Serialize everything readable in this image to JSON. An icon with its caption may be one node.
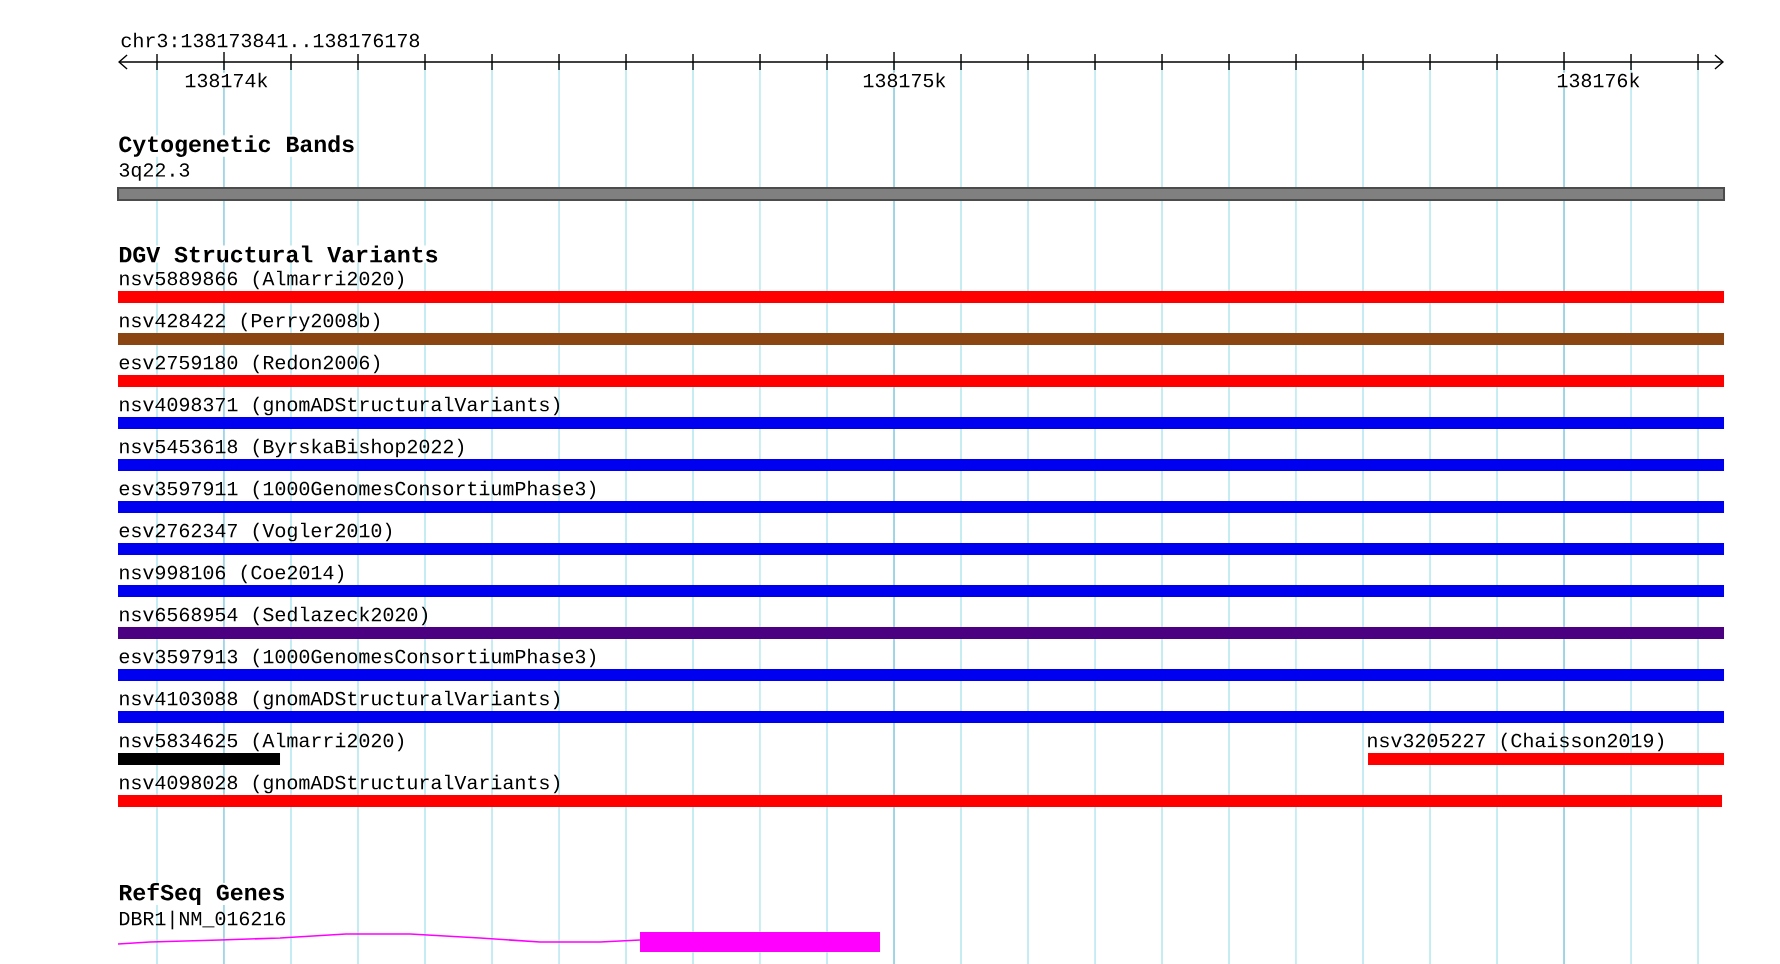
{
  "diagram": {
    "nodes": [
      {
        "text": [
          "3q22.3"
        ]
      },
      {
        "text": [
          "nsv5889866 (Almarri2020)"
        ]
      },
      {
        "text": [
          "nsv428422 (Perry2008b)"
        ]
      },
      {
        "text": [
          "esv2759180 (Redon2006)"
        ]
      },
      {
        "text": [
          "nsv4098371 (gnomADStructuralVariants)"
        ]
      },
      {
        "text": [
          "nsv5453618 (ByrskaBishop2022)"
        ]
      },
      {
        "text": [
          "esv3597911 (1000GenomesConsortiumPhase3)"
        ]
      },
      {
        "text": [
          "esv2762347 (Vogler2010)"
        ]
      },
      {
        "text": [
          "nsv998106 (Coe2014)"
        ]
      },
      {
        "text": [
          "nsv6568954 (Sedlazeck2020)"
        ]
      },
      {
        "text": [
          "esv3597913 (1000GenomesConsortiumPhase3)"
        ]
      },
      {
        "text": [
          "nsv4103088 (gnomADStructuralVariants)"
        ]
      },
      {
        "text": [
          "nsv5834625 (Almarri2020)"
        ]
      },
      {
        "text": [
          "nsv3205227 (Chaisson2019)"
        ]
      },
      {
        "text": [
          "nsv4098028 (gnomADStructuralVariants)"
        ]
      },
      {
        "text": [
          "DBR1|NM_016216"
        ]
      }
    ],
    "labels": [
      "chr3:138173841..138176178",
      "138174k",
      "138175k",
      "138176k",
      "Cytogenetic Bands",
      "DGV Structural Variants",
      "RefSeq Genes"
    ]
  }
}
